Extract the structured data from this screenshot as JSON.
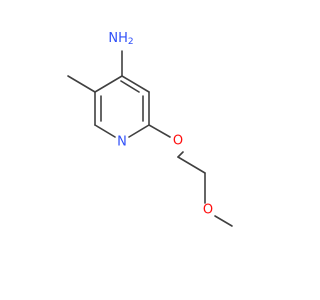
{
  "molecule": {
    "labels": {
      "amine": "NH",
      "amine_subscript": "2",
      "ring_nitrogen": "N",
      "ether_oxygen_1": "O",
      "ether_oxygen_2": "O"
    },
    "colors": {
      "bond": "#404040",
      "nitrogen": "#3050F8",
      "oxygen": "#FF0D0D"
    }
  }
}
